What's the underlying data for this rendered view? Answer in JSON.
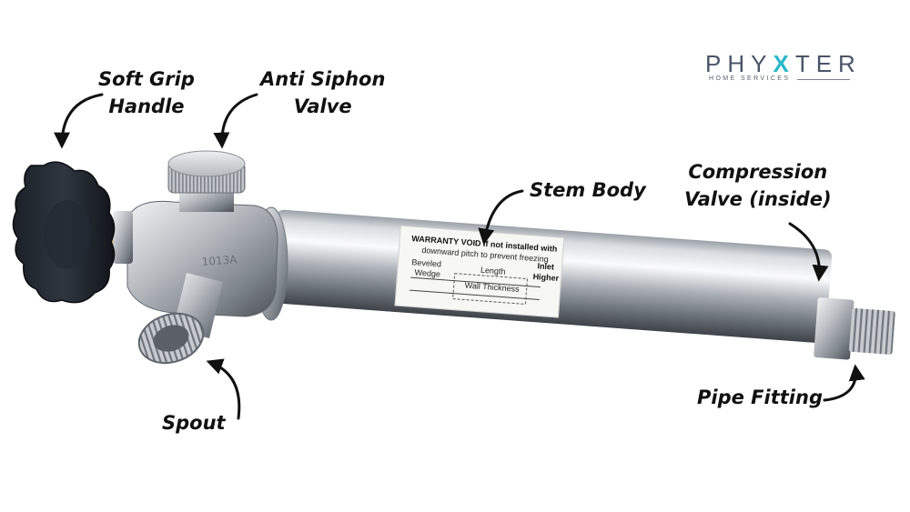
{
  "brand": {
    "name_start": "PHY",
    "name_x": "X",
    "name_end": "TER",
    "subtitle": "HOME SERVICES"
  },
  "labels": {
    "handle_line1": "Soft Grip",
    "handle_line2": "Handle",
    "siphon_line1": "Anti Siphon",
    "siphon_line2": "Valve",
    "stem": "Stem Body",
    "compression_line1": "Compression",
    "compression_line2": "Valve (inside)",
    "spout": "Spout",
    "pipe": "Pipe Fitting"
  },
  "warranty_tag": {
    "line1": "WARRANTY VOID if not installed with",
    "line2": "downward pitch to prevent freezing",
    "beveled": "Beveled",
    "wedge": "Wedge",
    "length": "Length",
    "wall_thickness": "Wall Thickness",
    "inlet": "Inlet",
    "higher": "Higher"
  },
  "body_stamp": "1013A"
}
